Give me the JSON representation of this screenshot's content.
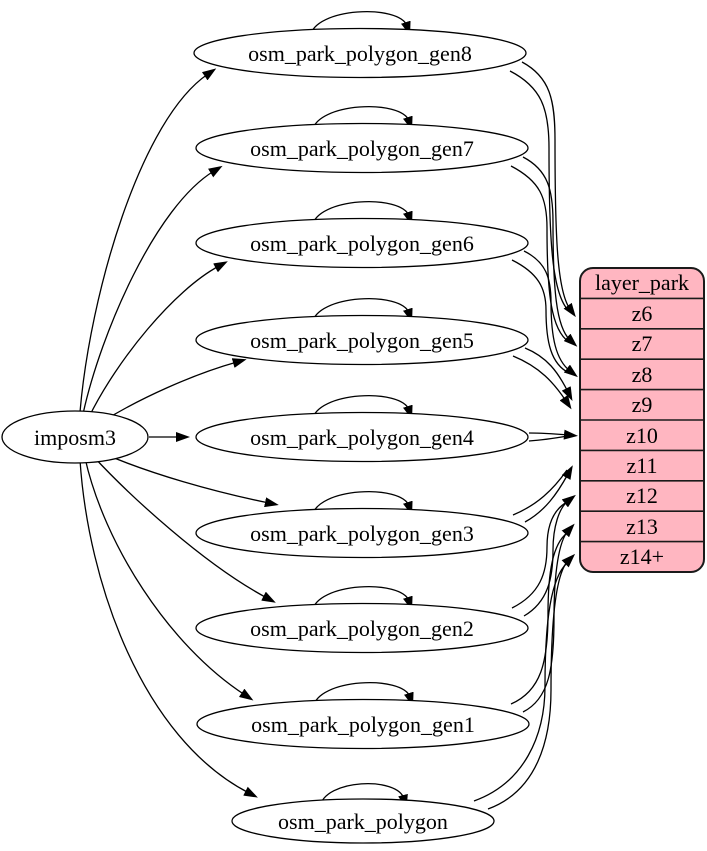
{
  "diagram": {
    "kind": "etl-dependency-graph",
    "colors": {
      "background": "#ffffff",
      "node_fill": "#ffffff",
      "edge": "#000000",
      "layer_fill": "#ffb6c1",
      "layer_stroke": "#1a1a1a"
    },
    "source": {
      "label": "imposm3"
    },
    "tables": [
      {
        "label": "osm_park_polygon_gen8",
        "target_zoom": "z6",
        "has_self_loop": true
      },
      {
        "label": "osm_park_polygon_gen7",
        "target_zoom": "z7",
        "has_self_loop": true
      },
      {
        "label": "osm_park_polygon_gen6",
        "target_zoom": "z8",
        "has_self_loop": true
      },
      {
        "label": "osm_park_polygon_gen5",
        "target_zoom": "z9",
        "has_self_loop": true
      },
      {
        "label": "osm_park_polygon_gen4",
        "target_zoom": "z10",
        "has_self_loop": true
      },
      {
        "label": "osm_park_polygon_gen3",
        "target_zoom": "z11",
        "has_self_loop": true
      },
      {
        "label": "osm_park_polygon_gen2",
        "target_zoom": "z12",
        "has_self_loop": true
      },
      {
        "label": "osm_park_polygon_gen1",
        "target_zoom": "z13",
        "has_self_loop": true
      },
      {
        "label": "osm_park_polygon",
        "target_zoom": "z14+",
        "has_self_loop": true
      }
    ],
    "layer_table": {
      "title": "layer_park",
      "fill": "#ffb6c1",
      "rows": [
        "z6",
        "z7",
        "z8",
        "z9",
        "z10",
        "z11",
        "z12",
        "z13",
        "z14+"
      ]
    }
  }
}
